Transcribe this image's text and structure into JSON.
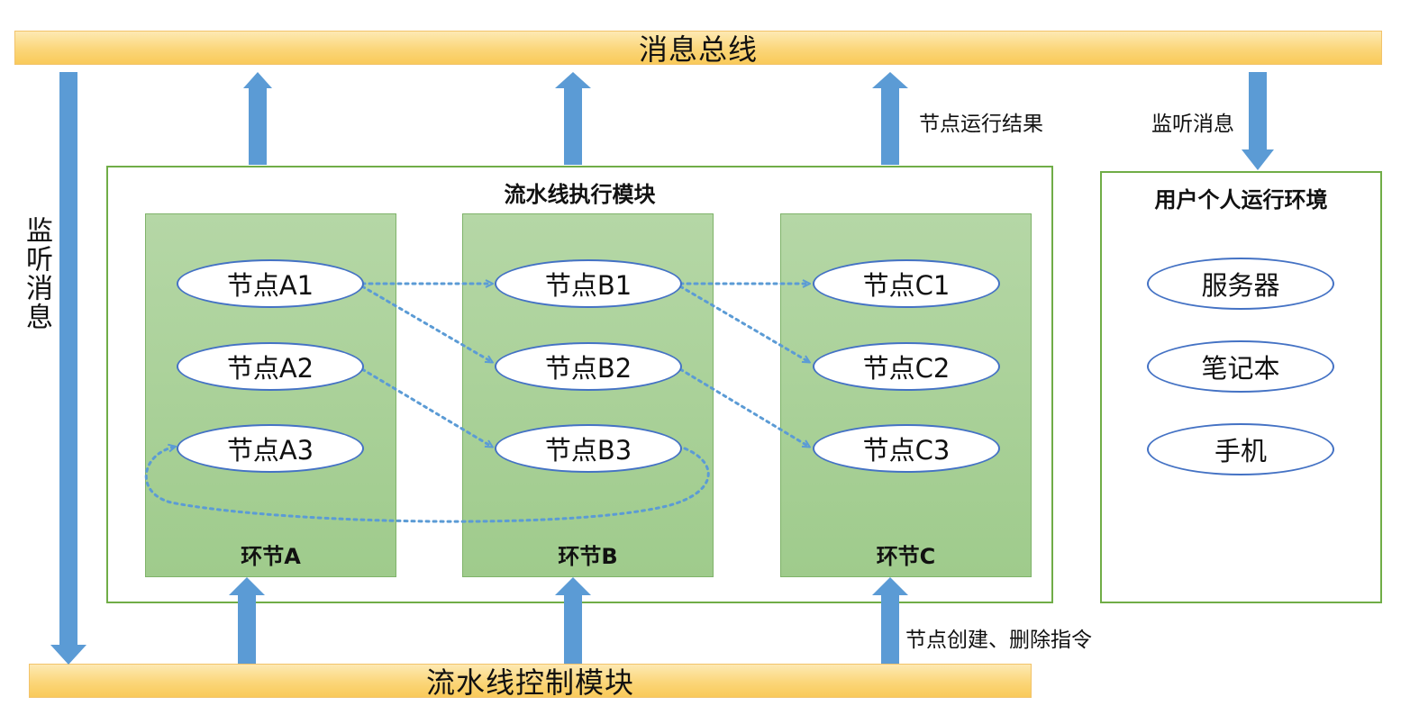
{
  "buses": {
    "top_label": "消息总线",
    "bottom_label": "流水线控制模块"
  },
  "pipeline": {
    "title": "流水线执行模块",
    "stages": [
      {
        "label": "环节A",
        "nodes": [
          "节点A1",
          "节点A2",
          "节点A3"
        ]
      },
      {
        "label": "环节B",
        "nodes": [
          "节点B1",
          "节点B2",
          "节点B3"
        ]
      },
      {
        "label": "环节C",
        "nodes": [
          "节点C1",
          "节点C2",
          "节点C3"
        ]
      }
    ]
  },
  "environment": {
    "title": "用户个人运行环境",
    "devices": [
      "服务器",
      "笔记本",
      "手机"
    ]
  },
  "annotations": {
    "node_result": "节点运行结果",
    "listen_message_right": "监听消息",
    "listen_message_left": "监听消息",
    "create_delete": "节点创建、删除指令"
  },
  "colors": {
    "bus_fill": "#fbd679",
    "panel_border": "#70ad47",
    "stage_fill": "#a9d18e",
    "node_border": "#4472c4",
    "arrow_blue": "#5b9bd5",
    "dotted_link": "#5b9bd5"
  }
}
